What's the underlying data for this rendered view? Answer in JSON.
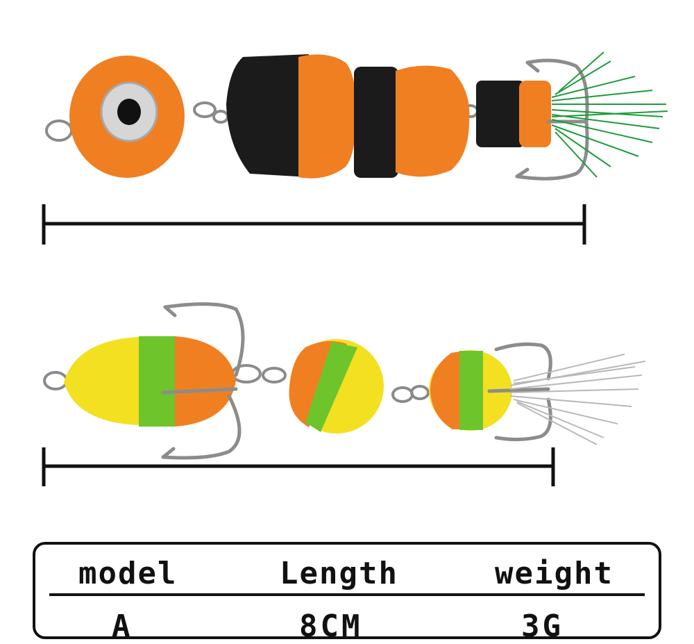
{
  "products": [
    {
      "name": "lure-1",
      "body_colors": {
        "primary": "#f07f22",
        "secondary": "#1b1b1b",
        "eye": "#d9d9d9",
        "tinsel": "#1e9b3c"
      },
      "hook": "treble-hook"
    },
    {
      "name": "lure-2",
      "body_colors": {
        "yellow": "#f3e020",
        "green": "#6ec52b",
        "orange": "#f07f22",
        "tinsel": "#c9c9c9"
      },
      "hook": "treble-hook"
    }
  ],
  "spec_table": {
    "headers": {
      "model": "model",
      "length": "Length",
      "weight": "weight"
    },
    "row": {
      "model": "A",
      "length": "8CM",
      "weight": "3G"
    }
  }
}
